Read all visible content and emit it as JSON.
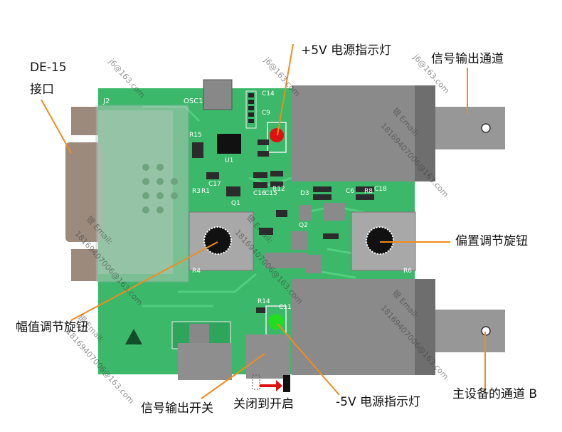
{
  "labels": {
    "de15": "DE-15",
    "interface": "接口",
    "plus5v_led": "+5V 电源指示灯",
    "signal_out_channel": "信号输出通道",
    "offset_knob": "偏置调节旋钮",
    "amplitude_knob": "幅值调节旋钮",
    "signal_out_switch": "信号输出开关",
    "close_to_open": "关闭到开启",
    "minus5v_led": "-5V 电源指示灯",
    "main_device_channel_b": "主设备的通道 B"
  },
  "silkscreen": {
    "j2": "J2",
    "osc": "OSC1",
    "r15": "R15",
    "u1": "U1",
    "r4": "R4",
    "r6": "R6",
    "r1": "R1",
    "r3": "R3",
    "c17": "C17",
    "q1": "Q1",
    "c16": "C16",
    "c15": "C15",
    "r12": "R12",
    "r8": "R8",
    "r14": "R14",
    "c18": "C18",
    "c6": "C6",
    "c14": "C14",
    "c9": "C9",
    "q2": "Q2",
    "d3": "D3",
    "c11": "C11"
  },
  "watermarks": {
    "w1": "j6@163.com",
    "w2": "j6@163.com",
    "w3": "银 Email:",
    "w4": "18169407006@163.com",
    "w5": "银 Email:",
    "w6": "18169407006@163.com",
    "w7": "银 Email:",
    "w8": "18169407006@163.com",
    "w9": "银 Email:",
    "w10": "18169407006@163.com",
    "w11": "银 Email:",
    "w12": "18169407006@163.com",
    "w13": "j6@163.com"
  },
  "colors": {
    "pcb": "#3cb86a",
    "trace": "#55d07f",
    "callout": "#f08c1e",
    "led_red": "#e01010",
    "led_green": "#22dd22",
    "bnc": "#8a8a8a",
    "connector": "#9c8a7c"
  }
}
